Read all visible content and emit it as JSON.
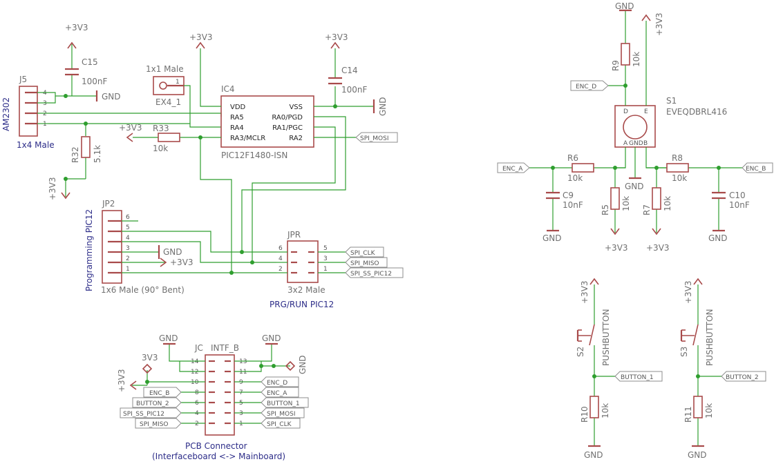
{
  "power": {
    "vcc": "+3V3",
    "gnd": "GND",
    "v33": "3V3"
  },
  "j5": {
    "name": "J5",
    "part": "AM2302",
    "value": "1x4 Male",
    "pins": [
      "4",
      "3",
      "2",
      "1"
    ]
  },
  "c15": {
    "name": "C15",
    "value": "100nF"
  },
  "c14": {
    "name": "C14",
    "value": "100nF"
  },
  "r32": {
    "name": "R32",
    "value": "5.1k"
  },
  "r33": {
    "name": "R33",
    "value": "10k"
  },
  "ex4": {
    "name": "EX4_1",
    "value": "1x1 Male",
    "pin": "1"
  },
  "ic4": {
    "name": "IC4",
    "part": "PIC12F1480-ISN",
    "left_pins": [
      "VDD",
      "RA5",
      "RA4",
      "RA3/MCLR"
    ],
    "right_pins": [
      "VSS",
      "RA0/PGD",
      "RA1/PGC",
      "RA2"
    ]
  },
  "jp2": {
    "name": "JP2",
    "part": "Programming PIC12",
    "value": "1x6 Male (90° Bent)",
    "pins": [
      "6",
      "5",
      "4",
      "3",
      "2",
      "1"
    ]
  },
  "jpr": {
    "name": "JPR",
    "value": "3x2 Male",
    "title": "PRG/RUN PIC12",
    "pins": [
      "6",
      "5",
      "4",
      "3",
      "2",
      "1"
    ]
  },
  "s1": {
    "name": "S1",
    "part": "EVEQDBRL416",
    "pin_d": "D",
    "pin_e": "E",
    "pin_a": "A",
    "pin_gnd": "GND",
    "pin_b": "B"
  },
  "r9": {
    "name": "R9",
    "value": "10k"
  },
  "r6": {
    "name": "R6",
    "value": "10k"
  },
  "r8": {
    "name": "R8",
    "value": "10k"
  },
  "r5": {
    "name": "R5",
    "value": "10k"
  },
  "r7": {
    "name": "R7",
    "value": "10k"
  },
  "c9": {
    "name": "C9",
    "value": "10nF"
  },
  "c10": {
    "name": "C10",
    "value": "10nF"
  },
  "s2": {
    "name": "S2",
    "part": "PUSHBUTTON"
  },
  "s3": {
    "name": "S3",
    "part": "PUSHBUTTON"
  },
  "r10": {
    "name": "R10",
    "value": "10k"
  },
  "r11": {
    "name": "R11",
    "value": "10k"
  },
  "jc": {
    "name": "JC",
    "label": "INTF_B",
    "title": "PCB Connector",
    "subtitle": "(Interfaceboard <-> Mainboard)",
    "left_pins": [
      "14",
      "12",
      "10",
      "8",
      "6",
      "4",
      "2"
    ],
    "right_pins": [
      "13",
      "11",
      "9",
      "7",
      "5",
      "3",
      "1"
    ]
  },
  "nets": {
    "spi_mosi": "SPI_MOSI",
    "spi_clk": "SPI_CLK",
    "spi_miso": "SPI_MISO",
    "spi_ss": "SPI_SS_PIC12",
    "enc_a": "ENC_A",
    "enc_b": "ENC_B",
    "enc_d": "ENC_D",
    "button_1": "BUTTON_1",
    "button_2": "BUTTON_2"
  },
  "colors": {
    "wire": "#2e9e2e",
    "part": "#a84a4a",
    "label_text": "#707070",
    "title_text": "#2c2c88"
  }
}
